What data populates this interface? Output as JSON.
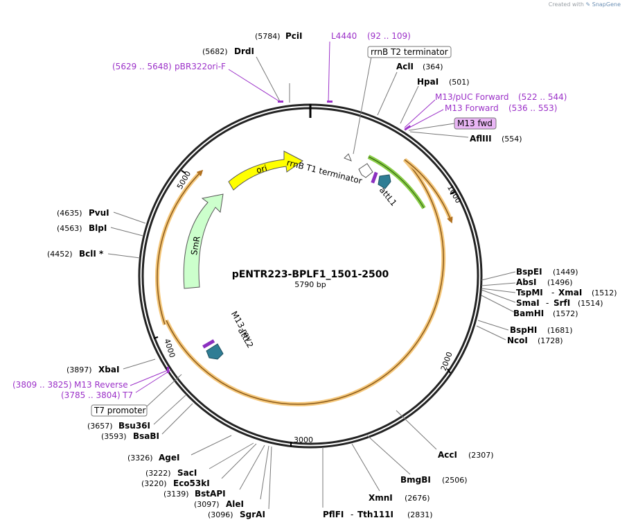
{
  "credit": {
    "prefix": "Created with",
    "brand": "SnapGene"
  },
  "plasmid": {
    "name": "pENTR223-BPLF1_1501-2500",
    "size": "5790 bp"
  },
  "ticks": [
    "1000",
    "2000",
    "3000",
    "4000",
    "5000"
  ],
  "features": {
    "ori": "ori",
    "smr": "SmR",
    "rrnb_t1": "rrnB T1 terminator",
    "attl1": "attL1",
    "m13_rev": "M13 rev",
    "attl2": "attL2"
  },
  "boxed_labels": {
    "rrnb_t2": "rrnB T2 terminator",
    "m13_fwd": "M13 fwd",
    "t7_promoter": "T7 promoter"
  },
  "sites": [
    {
      "pos": "(5784)",
      "name": "PciI"
    },
    {
      "pos": "(5682)",
      "name": "DrdI"
    },
    {
      "pos": "(364)",
      "name": "AclI"
    },
    {
      "pos": "(501)",
      "name": "HpaI"
    },
    {
      "pos": "(554)",
      "name": "AflIII"
    },
    {
      "pos": "(1449)",
      "name": "BspEI"
    },
    {
      "pos": "(1496)",
      "name": "AbsI"
    },
    {
      "pos": "(1512)",
      "name": "TspMI",
      "name2": "XmaI"
    },
    {
      "pos": "(1514)",
      "name": "SmaI",
      "name2": "SrfI"
    },
    {
      "pos": "(1572)",
      "name": "BamHI"
    },
    {
      "pos": "(1681)",
      "name": "BspHI"
    },
    {
      "pos": "(1728)",
      "name": "NcoI"
    },
    {
      "pos": "(2307)",
      "name": "AccI"
    },
    {
      "pos": "(2506)",
      "name": "BmgBI"
    },
    {
      "pos": "(2676)",
      "name": "XmnI"
    },
    {
      "pos": "(2831)",
      "name": "PflFI",
      "name2": "Tth111I"
    },
    {
      "pos": "(3096)",
      "name": "SgrAI"
    },
    {
      "pos": "(3097)",
      "name": "AleI"
    },
    {
      "pos": "(3139)",
      "name": "BstAPI"
    },
    {
      "pos": "(3220)",
      "name": "Eco53kI"
    },
    {
      "pos": "(3222)",
      "name": "SacI"
    },
    {
      "pos": "(3326)",
      "name": "AgeI"
    },
    {
      "pos": "(3593)",
      "name": "BsaBI"
    },
    {
      "pos": "(3657)",
      "name": "Bsu36I"
    },
    {
      "pos": "(3897)",
      "name": "XbaI"
    },
    {
      "pos": "(4452)",
      "name": "BclI *"
    },
    {
      "pos": "(4563)",
      "name": "BlpI"
    },
    {
      "pos": "(4635)",
      "name": "PvuI"
    }
  ],
  "primers": [
    {
      "name": "L4440",
      "range": "(92 .. 109)"
    },
    {
      "name": "pBR322ori-F",
      "range": "(5629 .. 5648)"
    },
    {
      "name": "M13/pUC Forward",
      "range": "(522 .. 544)"
    },
    {
      "name": "M13 Forward",
      "range": "(536 .. 553)"
    },
    {
      "name": "M13 Reverse",
      "range": "(3809 .. 3825)"
    },
    {
      "name": "T7",
      "range": "(3785 .. 3804)"
    }
  ],
  "colors": {
    "backbone": "#222222",
    "primer": "#9b30c8",
    "ori": "#ffff00",
    "smr": "#ccffcc",
    "att": "#2f7d94",
    "orf_arc": "#f5c77a",
    "green_arc": "#88cc44",
    "m13_fwd_box": "#e9b6f5"
  }
}
